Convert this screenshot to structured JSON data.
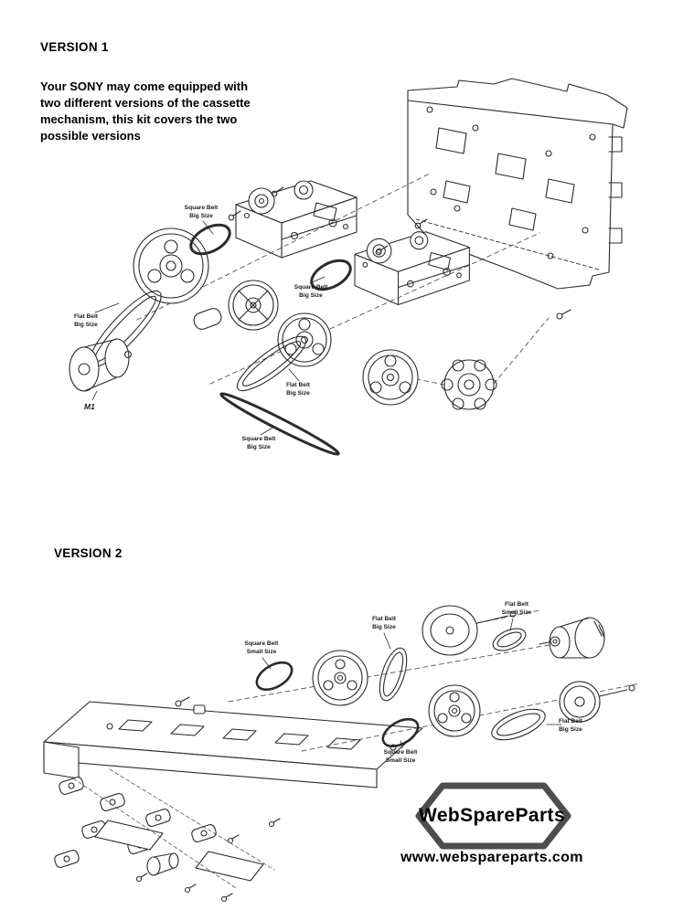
{
  "colors": {
    "ink": "#2b2b2b",
    "hexagon": "#4d4d4d"
  },
  "version1": {
    "heading": "VERSION 1",
    "intro": "Your SONY may come equipped with two different versions of the cassette mechanism, this kit covers the two possible versions",
    "labels": {
      "square_belt_big_top": "Square Belt\nBig Size",
      "flat_belt_big_left": "Flat Belt\nBig Size",
      "square_belt_big_mid": "Square Belt\nBig Size",
      "flat_belt_big_mid": "Flat Belt\nBig Size",
      "square_belt_big_bottom": "Square Belt\nBig Size",
      "motor": "M1"
    }
  },
  "version2": {
    "heading": "VERSION 2",
    "labels": {
      "square_belt_small_top": "Square Belt\nSmall Size",
      "flat_belt_big_top": "Flat Belt\nBig Size",
      "flat_belt_small": "Flat Belt\nSmall Size",
      "square_belt_small_bottom": "Square Belt\nSmall Size",
      "flat_belt_big_right": "Flat Belt\nBig Size"
    }
  },
  "footer": {
    "brand": "WebSpareParts",
    "website": "www.webspareparts.com"
  }
}
